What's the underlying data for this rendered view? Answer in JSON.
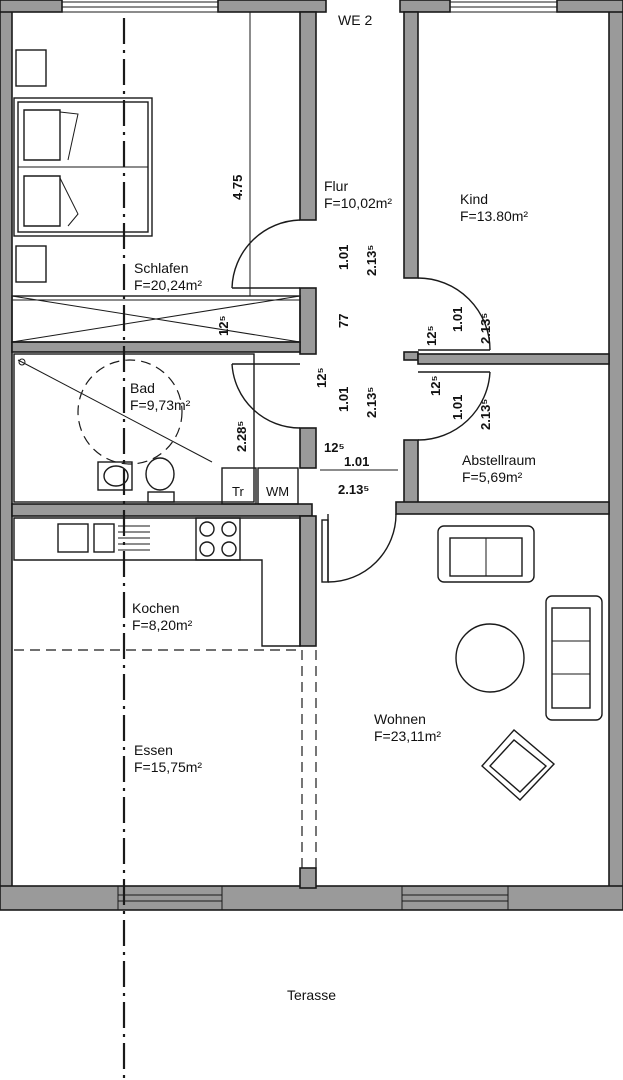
{
  "plan": {
    "unit": "WE 2",
    "terrace": "Terasse",
    "rooms": [
      {
        "name": "Schlafen",
        "area": "F=20,24m²"
      },
      {
        "name": "Flur",
        "area": "F=10,02m²"
      },
      {
        "name": "Kind",
        "area": "F=13.80m²"
      },
      {
        "name": "Bad",
        "area": "F=9,73m²"
      },
      {
        "name": "Abstellraum",
        "area": "F=5,69m²"
      },
      {
        "name": "Kochen",
        "area": "F=8,20m²"
      },
      {
        "name": "Wohnen",
        "area": "F=23,11m²"
      },
      {
        "name": "Essen",
        "area": "F=15,75m²"
      }
    ],
    "fixtures": {
      "dryer": "Tr",
      "washer": "WM"
    },
    "dimensions": {
      "bedroom_length": "4.75",
      "flur_door_w": "1.01",
      "flur_door_h": "2.13⁵",
      "wall_77": "77",
      "wall_125": "12⁵",
      "kind_door_w": "1.01",
      "kind_door_h": "2.13⁵",
      "bad_wall": "12⁵",
      "bad_door_w": "1.01",
      "bad_door_h": "2.13⁵",
      "abst_wall": "12⁵",
      "abst_door_w": "1.01",
      "abst_door_h": "2.13⁵",
      "bad_height": "2.28⁵",
      "living_wall": "12⁵",
      "living_door_w": "1.01",
      "living_door_h": "2.13⁵",
      "schlafen_wall": "12⁵"
    }
  }
}
